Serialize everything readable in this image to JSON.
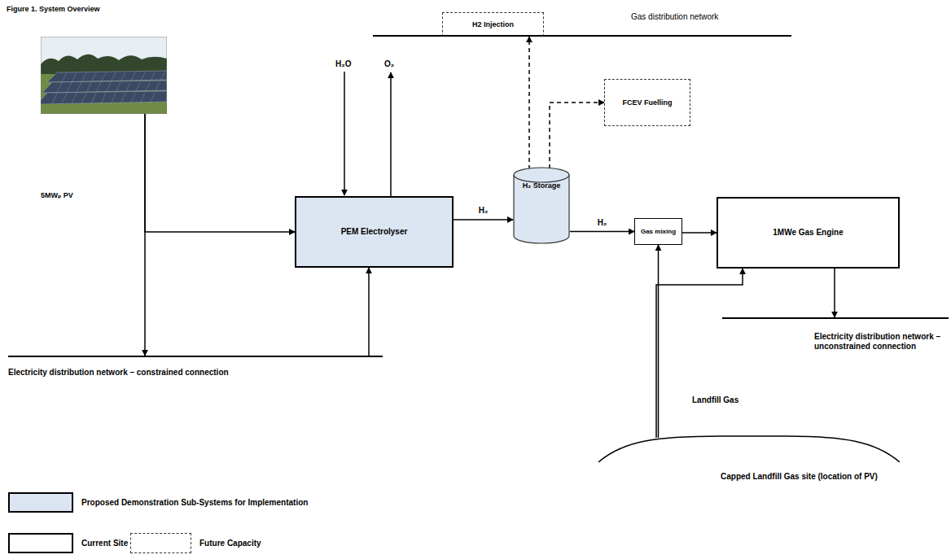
{
  "diagram": {
    "title": "Figure 1. System Overview",
    "nodes": [
      {
        "text": [
          "5MWₚ PV"
        ]
      },
      {
        "text": [
          "H2 Injection"
        ]
      },
      {
        "text": [
          "Gas distribution network"
        ]
      },
      {
        "text": [
          "FCEV Fuelling"
        ]
      },
      {
        "text": [
          "PEM Electrolyser"
        ]
      },
      {
        "text": [
          "H₂ Storage"
        ]
      },
      {
        "text": [
          "Gas mixing"
        ]
      },
      {
        "text": [
          "1MWe Gas Engine"
        ]
      },
      {
        "text": [
          "Electricity distribution network – unconstrained connection"
        ]
      },
      {
        "text": [
          "Electricity distribution network – constrained connection"
        ]
      },
      {
        "text": [
          "Capped Landfill Gas site (location of PV)"
        ]
      }
    ],
    "edges": [
      {
        "from": 0,
        "to": 4,
        "arrow": "to"
      },
      {
        "from": 0,
        "to": 9,
        "arrow": "to"
      },
      {
        "from": 9,
        "to": 4,
        "arrow": "to"
      },
      {
        "from": 4,
        "to": 5,
        "arrow": "to",
        "label": "H₂"
      },
      {
        "from": 5,
        "to": 6,
        "arrow": "to",
        "label": "H₂"
      },
      {
        "from": 6,
        "to": 7,
        "arrow": "to"
      },
      {
        "from": 5,
        "to": 1,
        "arrow": "to"
      },
      {
        "from": 5,
        "to": 3,
        "arrow": "to"
      },
      {
        "from": 10,
        "to": 6,
        "arrow": "to"
      },
      {
        "from": 10,
        "to": 7,
        "arrow": "to"
      },
      {
        "from": 7,
        "to": 8,
        "arrow": "to"
      }
    ],
    "labels": [
      "H₂O",
      "O₂",
      "Landfill Gas"
    ],
    "legend": [
      {
        "text": "Proposed Demonstration Sub-Systems for Implementation",
        "color": "#dce6f2"
      },
      {
        "text": "Current Site Systems"
      },
      {
        "text": "Future Capacity"
      }
    ]
  }
}
